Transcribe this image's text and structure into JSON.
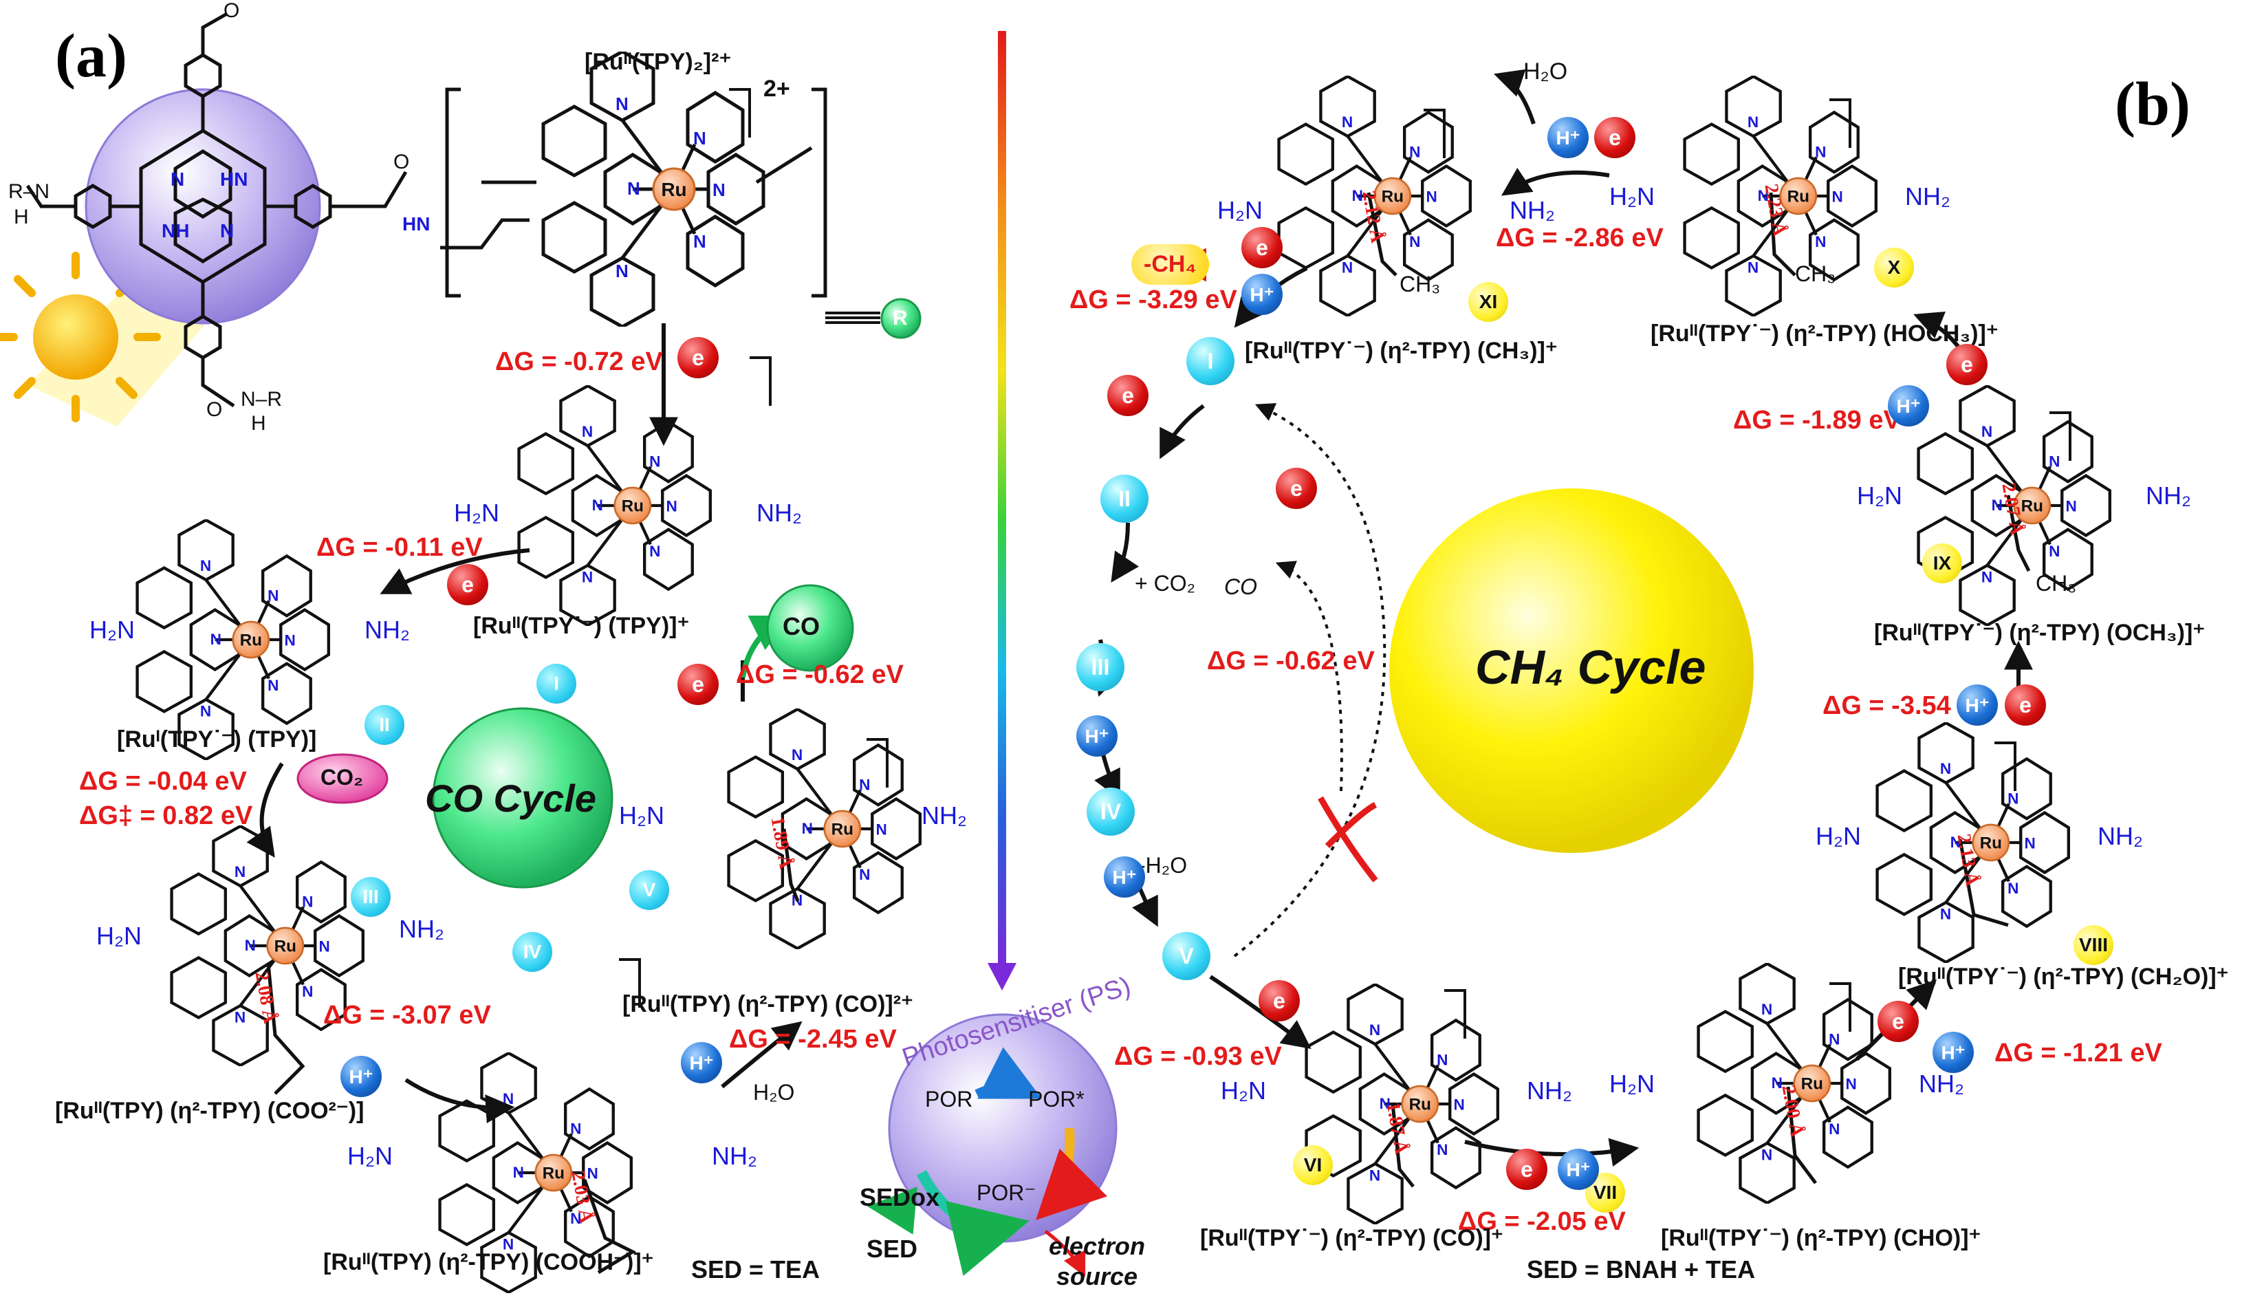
{
  "panels": {
    "a": "(a)",
    "b": "(b)"
  },
  "cycles": {
    "co": "CO Cycle",
    "ch4": "CH₄ Cycle"
  },
  "tokens": {
    "e": "e",
    "h": "H⁺",
    "r": "R"
  },
  "panel_a": {
    "top_complex": "[Ruᴵᴵ(TPY)₂]²⁺",
    "charge_top": "2+",
    "sp_I": "[Ruᴵᴵ(TPY˙⁻) (TPY)]⁺",
    "sp_II": "[Ruᴵ(TPY˙⁻) (TPY)]",
    "sp_III": "[Ruᴵᴵ(TPY) (η²-TPY) (COO²⁻)]",
    "sp_IV": "[Ruᴵᴵ(TPY) (η²-TPY) (COOH⁻)]⁺",
    "sp_V": "[Ruᴵᴵ(TPY) (η²-TPY) (CO)]²⁺",
    "dg1": "ΔG = -0.72 eV",
    "dg2": "ΔG = -0.11 eV",
    "dg3": "ΔG = -0.04 eV",
    "dg3b": "ΔG‡ = 0.82 eV",
    "dg4": "ΔG = -3.07 eV",
    "dg5": "ΔG = -2.45 eV",
    "dg6": "ΔG = -0.62 eV",
    "co2": "CO₂",
    "co": "CO",
    "h2o": "H₂O",
    "sed": "SED = TEA",
    "tags": [
      "I",
      "II",
      "III",
      "IV",
      "V"
    ],
    "bonds": [
      "2.08 Å",
      "2.03 Å",
      "1.89 Å"
    ],
    "nh2": "NH₂",
    "h2n": "H₂N"
  },
  "ps": {
    "title": "Photosensitiser (PS)",
    "por": "POR",
    "por_star": "POR*",
    "por_minus": "POR⁻",
    "sed": "SED",
    "sedox": "SEDox",
    "electron_source": "electron source"
  },
  "panel_b": {
    "sp_XI": "[Ruᴵᴵ(TPY˙⁻) (η²-TPY) (CH₃)]⁺",
    "sp_X": "[Ruᴵᴵ(TPY˙⁻) (η²-TPY) (HOCH₃)]⁺",
    "sp_IX": "[Ruᴵᴵ(TPY˙⁻) (η²-TPY) (OCH₃)]⁺",
    "sp_VIII": "[Ruᴵᴵ(TPY˙⁻) (η²-TPY) (CH₂O)]⁺",
    "sp_VII": "[Ruᴵᴵ(TPY˙⁻) (η²-TPY) (CHO)]⁺",
    "sp_VI": "[Ruᴵᴵ(TPY˙⁻) (η²-TPY) (CO)]⁺",
    "h2o": "H₂O",
    "ch4": "-CH₄",
    "dg_286": "ΔG = -2.86 eV",
    "dg_329": "ΔG = -3.29 eV",
    "dg_189": "ΔG = -1.89 eV",
    "dg_354": "ΔG = -3.54 eV",
    "dg_121": "ΔG = -1.21 eV",
    "dg_205": "ΔG = -2.05 eV",
    "dg_093": "ΔG = -0.93 eV",
    "dg_062": "ΔG = -0.62 eV",
    "co2": "+ CO₂",
    "h2o_loss": "-H₂O",
    "co": "CO",
    "sed": "SED = BNAH + TEA",
    "nodes": [
      "I",
      "II",
      "III",
      "IV",
      "V"
    ],
    "tags": [
      "XI",
      "X",
      "IX",
      "VIII",
      "VII",
      "VI"
    ],
    "bonds": [
      "2.12 Å",
      "2.23 Å",
      "2.07 Å",
      "2.13 Å",
      "2.00 Å",
      "1.87 Å"
    ],
    "ch3": "CH₃"
  }
}
